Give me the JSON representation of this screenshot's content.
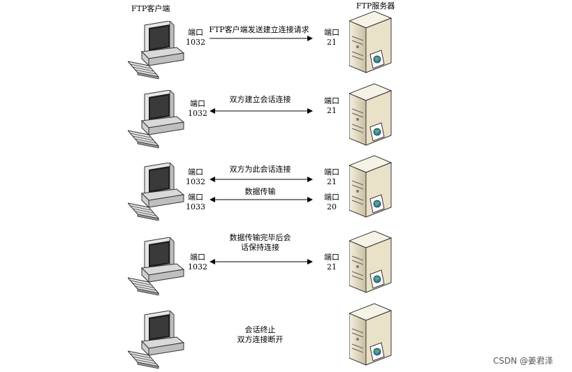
{
  "headers": {
    "client": "FTP客户端",
    "server": "FTP服务器"
  },
  "stages": [
    {
      "message": "FTP客户端发送建立连接请求",
      "client_port": "端口\n1032",
      "server_port": "端口\n21"
    },
    {
      "message": "双方建立会话连接",
      "client_port": "端口\n1032",
      "server_port": "端口\n21"
    },
    {
      "message": "双方为此会话连接",
      "client_port": "端口\n1032",
      "server_port": "端口\n21",
      "message2": "数据传输",
      "client_port2": "端口\n1033",
      "server_port2": "端口\n20"
    },
    {
      "message": "数据传输完毕后会\n话保持连接",
      "client_port": "端口\n1032",
      "server_port": "端口\n21"
    },
    {
      "message": "会话终止\n双方连接断开"
    }
  ],
  "watermark": "CSDN @姜君泽"
}
